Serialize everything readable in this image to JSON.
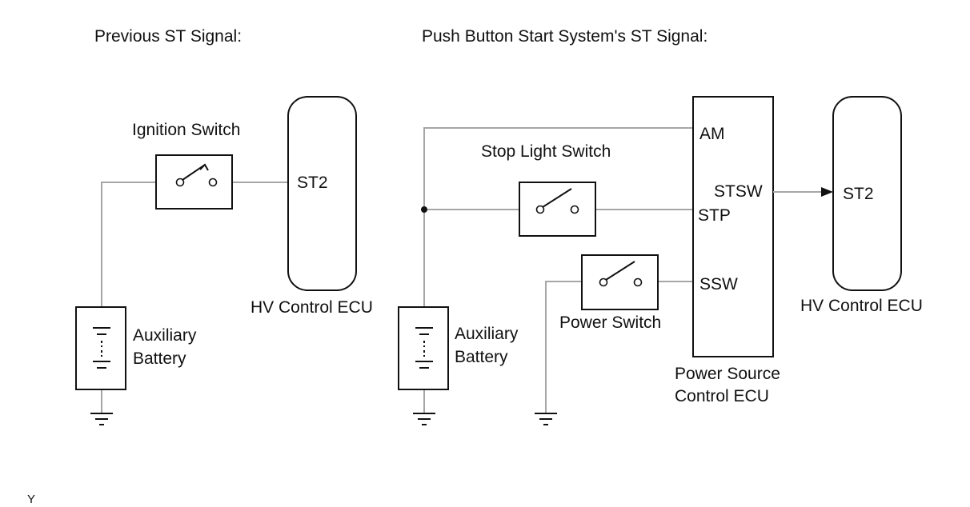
{
  "headings": {
    "left": "Previous ST Signal:",
    "right": "Push Button Start System's ST Signal:"
  },
  "left": {
    "ignition_switch": "Ignition Switch",
    "ecu_pin": "ST2",
    "ecu_name": "HV Control ECU",
    "battery_line1": "Auxiliary",
    "battery_line2": "Battery"
  },
  "right": {
    "stop_light_switch": "Stop Light Switch",
    "power_switch": "Power Switch",
    "battery_line1": "Auxiliary",
    "battery_line2": "Battery",
    "psecu_pins": {
      "am": "AM",
      "stsw": "STSW",
      "stp": "STP",
      "ssw": "SSW"
    },
    "psecu_line1": "Power Source",
    "psecu_line2": "Control ECU",
    "hv_pin": "ST2",
    "hv_name": "HV Control ECU"
  },
  "corner_mark": "Y"
}
